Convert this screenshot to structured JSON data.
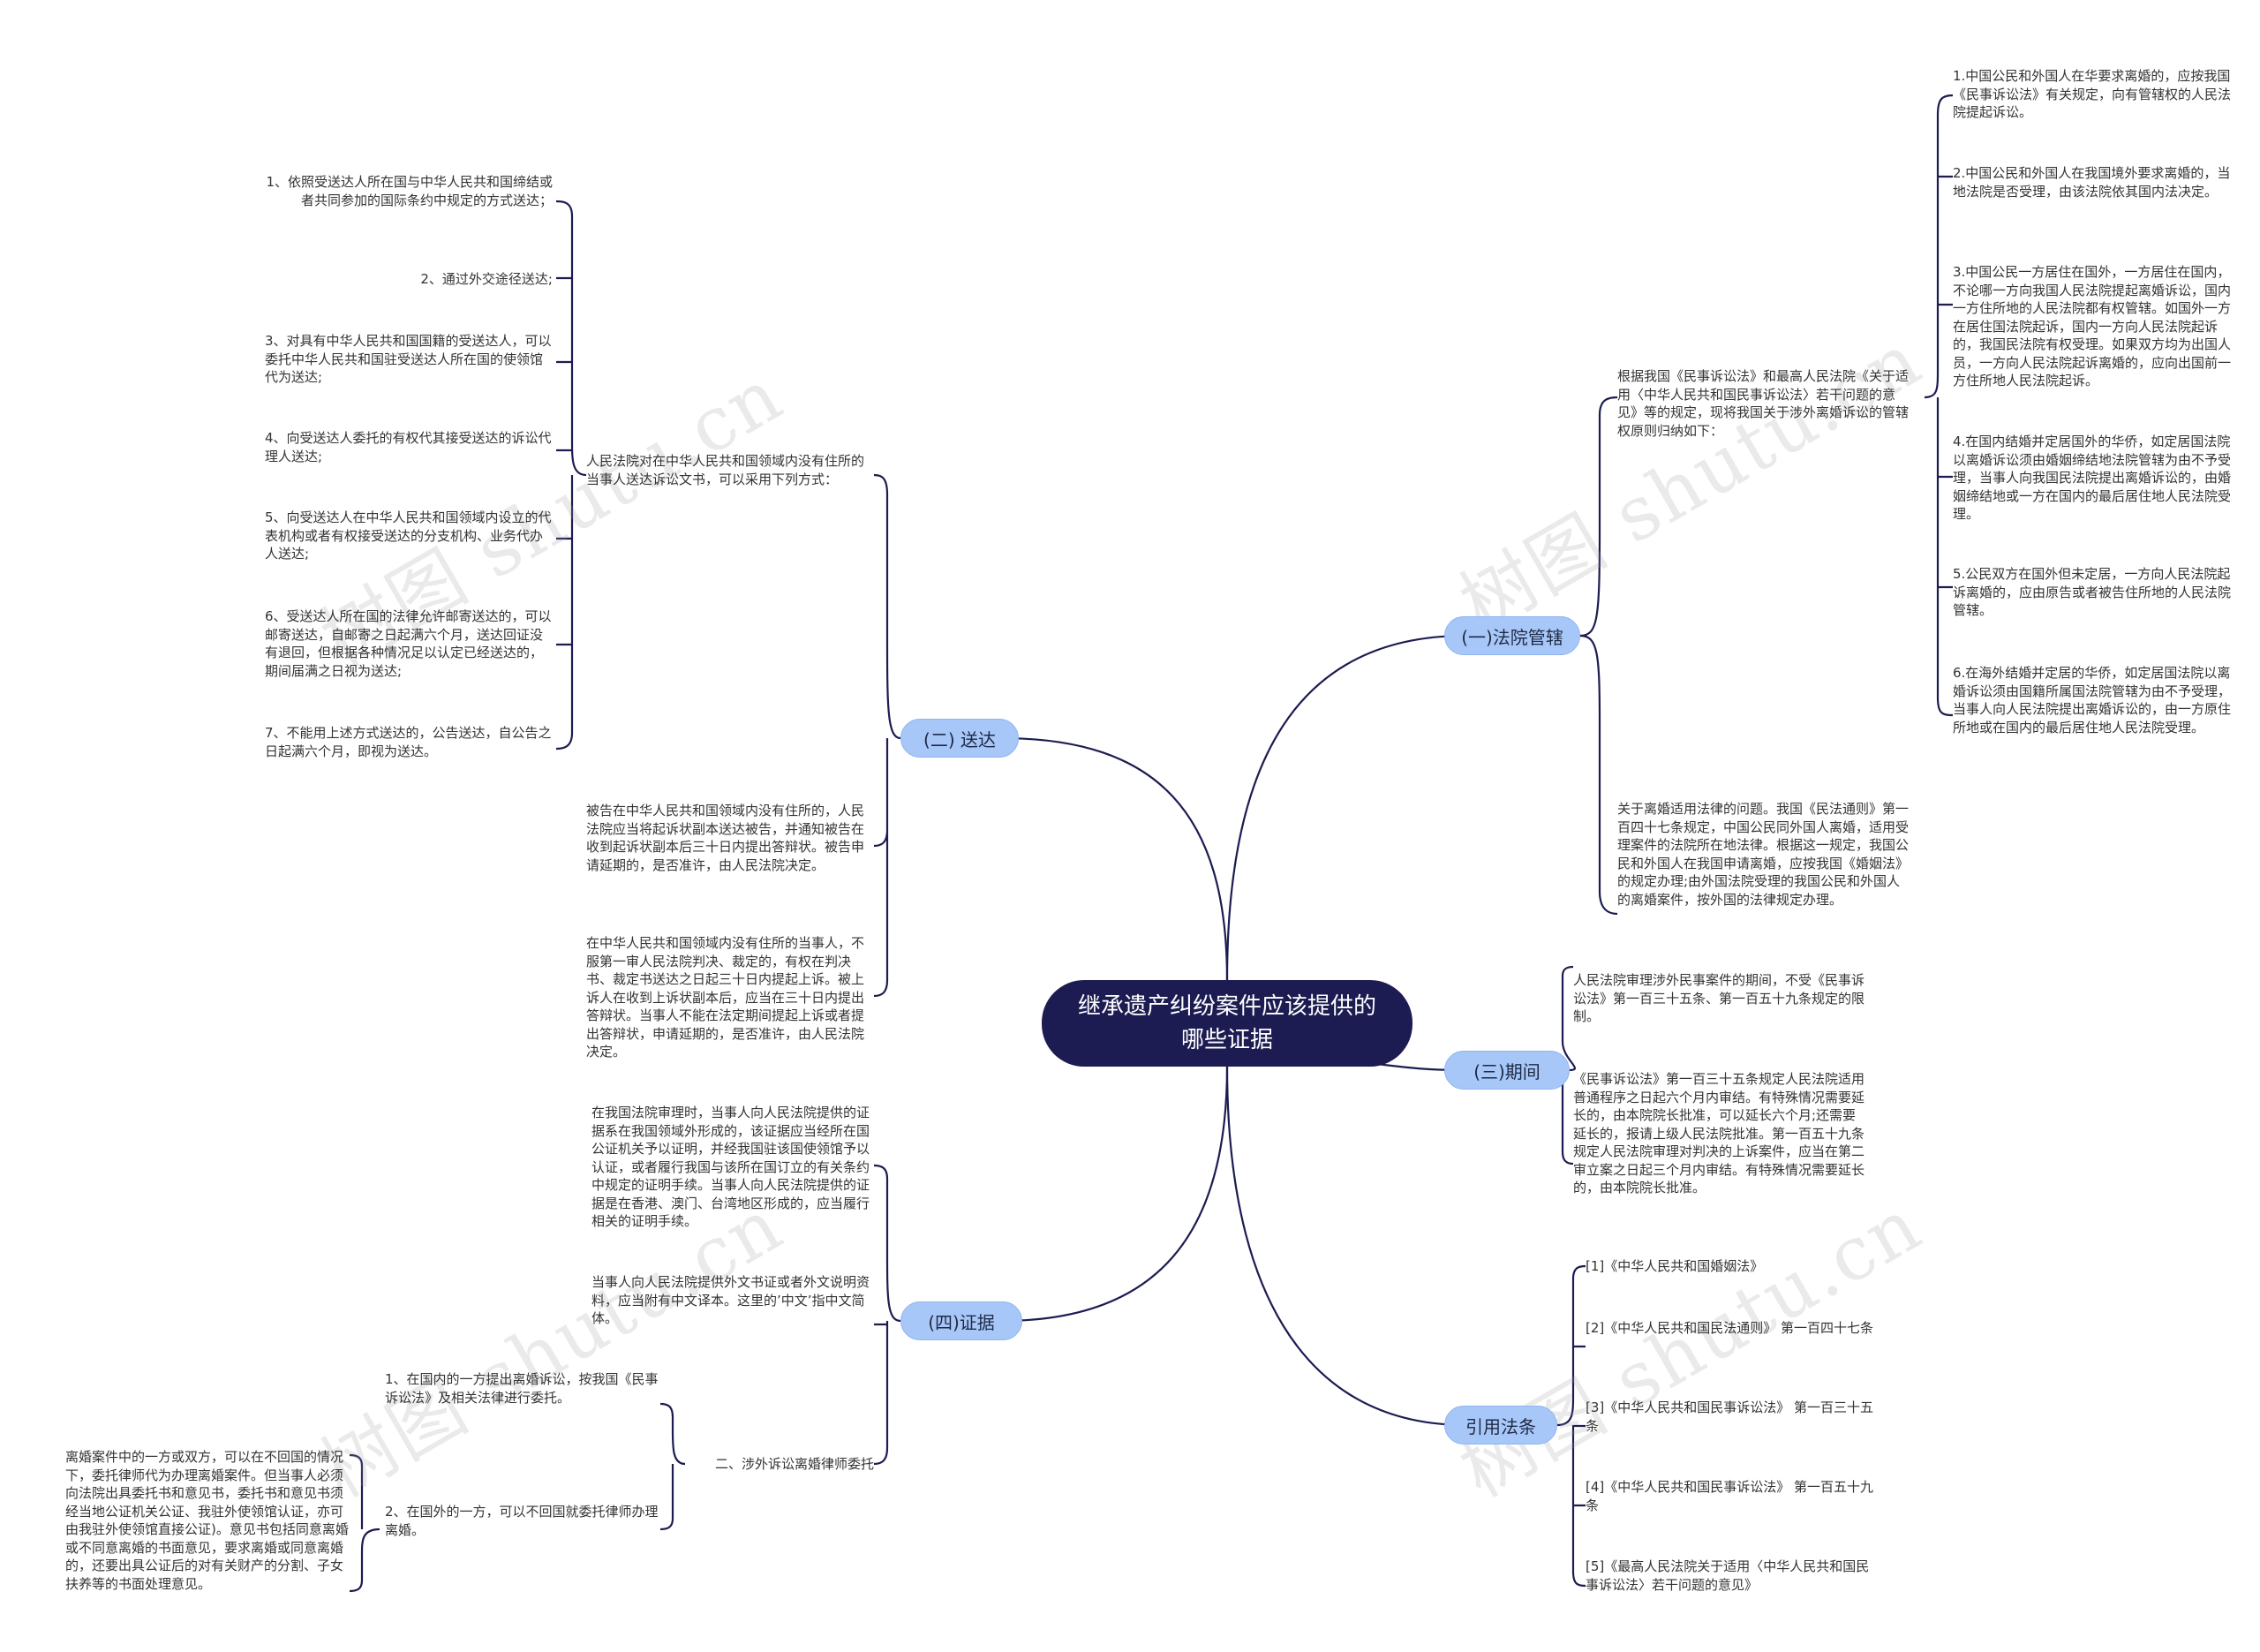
{
  "root": {
    "title": "继承遗产纠纷案件应该提供的哪些证据"
  },
  "watermark": "树图 shutu.cn",
  "colors": {
    "root_bg": "#1c1c52",
    "branch_bg": "#a7c7f9",
    "line": "#1c1c52"
  },
  "branches": {
    "jurisdiction": {
      "label": "(一)法院管辖",
      "intro": "根据我国《民事诉讼法》和最高人民法院《关于适用〈中华人民共和国民事诉讼法〉若干问题的意见》等的规定，现将我国关于涉外离婚诉讼的管辖权原则归纳如下：",
      "items": [
        "1.中国公民和外国人在华要求离婚的，应按我国《民事诉讼法》有关规定，向有管辖权的人民法院提起诉讼。",
        "2.中国公民和外国人在我国境外要求离婚的，当地法院是否受理，由该法院依其国内法决定。",
        "3.中国公民一方居住在国外，一方居住在国内，不论哪一方向我国人民法院提起离婚诉讼，国内一方住所地的人民法院都有权管辖。如国外一方在居住国法院起诉，国内一方向人民法院起诉的，我国民法院有权受理。如果双方均为出国人员，一方向人民法院起诉离婚的，应向出国前一方住所地人民法院起诉。",
        "4.在国内结婚并定居国外的华侨，如定居国法院以离婚诉讼须由婚姻缔结地法院管辖为由不予受理，当事人向我国民法院提出离婚诉讼的，由婚姻缔结地或一方在国内的最后居住地人民法院受理。",
        "5.公民双方在国外但未定居，一方向人民法院起诉离婚的，应由原告或者被告住所地的人民法院管辖。",
        "6.在海外结婚并定居的华侨，如定居国法院以离婚诉讼须由国籍所属国法院管辖为由不予受理，当事人向人民法院提出离婚诉讼的，由一方原住所地或在国内的最后居住地人民法院受理。"
      ],
      "note": "关于离婚适用法律的问题。我国《民法通则》第一百四十七条规定，中国公民同外国人离婚，适用受理案件的法院所在地法律。根据这一规定，我国公民和外国人在我国申请离婚，应按我国《婚姻法》的规定办理;由外国法院受理的我国公民和外国人的离婚案件，按外国的法律规定办理。"
    },
    "service": {
      "label": "(二) 送达",
      "intro": "人民法院对在中华人民共和国领域内没有住所的当事人送达诉讼文书，可以采用下列方式：",
      "methods": [
        "1、依照受送达人所在国与中华人民共和国缔结或者共同参加的国际条约中规定的方式送达；",
        "2、通过外交途径送达;",
        "3、对具有中华人民共和国国籍的受送达人，可以委托中华人民共和国驻受送达人所在国的使领馆代为送达;",
        "4、向受送达人委托的有权代其接受送达的诉讼代理人送达;",
        "5、向受送达人在中华人民共和国领域内设立的代表机构或者有权接受送达的分支机构、业务代办人送达;",
        "6、受送达人所在国的法律允许邮寄送达的，可以邮寄送达，自邮寄之日起满六个月，送达回证没有退回，但根据各种情况足以认定已经送达的，期间届满之日视为送达;",
        "7、不能用上述方式送达的，公告送达，自公告之日起满六个月，即视为送达。"
      ],
      "note1": "被告在中华人民共和国领域内没有住所的，人民法院应当将起诉状副本送达被告，并通知被告在收到起诉状副本后三十日内提出答辩状。被告申请延期的，是否准许，由人民法院决定。",
      "note2": "在中华人民共和国领域内没有住所的当事人，不服第一审人民法院判决、裁定的，有权在判决书、裁定书送达之日起三十日内提起上诉。被上诉人在收到上诉状副本后，应当在三十日内提出答辩状。当事人不能在法定期间提起上诉或者提出答辩状，申请延期的，是否准许，由人民法院决定。"
    },
    "period": {
      "label": "(三)期间",
      "item1": "人民法院审理涉外民事案件的期间，不受《民事诉讼法》第一百三十五条、第一百五十九条规定的限制。",
      "item2": "《民事诉讼法》第一百三十五条规定人民法院适用普通程序之日起六个月内审结。有特殊情况需要延长的，由本院院长批准，可以延长六个月;还需要延长的，报请上级人民法院批准。第一百五十九条规定人民法院审理对判决的上诉案件，应当在第二审立案之日起三个月内审结。有特殊情况需要延长的，由本院院长批准。"
    },
    "evidence": {
      "label": "(四)证据",
      "item1": "在我国法院审理时，当事人向人民法院提供的证据系在我国领域外形成的，该证据应当经所在国公证机关予以证明，并经我国驻该国使领馆予以认证，或者履行我国与该所在国订立的有关条约中规定的证明手续。当事人向人民法院提供的证据是在香港、澳门、台湾地区形成的，应当履行相关的证明手续。",
      "item2": "当事人向人民法院提供外文书证或者外文说明资料，应当附有中文译本。这里的’中文’指中文简体。",
      "sub": {
        "label": "二、涉外诉讼离婚律师委托",
        "item1": "1、在国内的一方提出离婚诉讼，按我国《民事诉讼法》及相关法律进行委托。",
        "item2": "2、在国外的一方，可以不回国就委托律师办理离婚。",
        "item2_detail": "离婚案件中的一方或双方，可以在不回国的情况下，委托律师代为办理离婚案件。但当事人必须向法院出具委托书和意见书，委托书和意见书须经当地公证机关公证、我驻外使领馆认证，亦可由我驻外使领馆直接公证)。意见书包括同意离婚或不同意离婚的书面意见，要求离婚或同意离婚的，还要出具公证后的对有关财产的分割、子女扶养等的书面处理意见。"
      }
    },
    "laws": {
      "label": "引用法条",
      "items": [
        "[1]《中华人民共和国婚姻法》",
        "[2]《中华人民共和国民法通则》 第一百四十七条",
        "[3]《中华人民共和国民事诉讼法》 第一百三十五条",
        "[4]《中华人民共和国民事诉讼法》 第一百五十九条",
        "[5]《最高人民法院关于适用〈中华人民共和国民事诉讼法〉若干问题的意见》"
      ]
    }
  }
}
